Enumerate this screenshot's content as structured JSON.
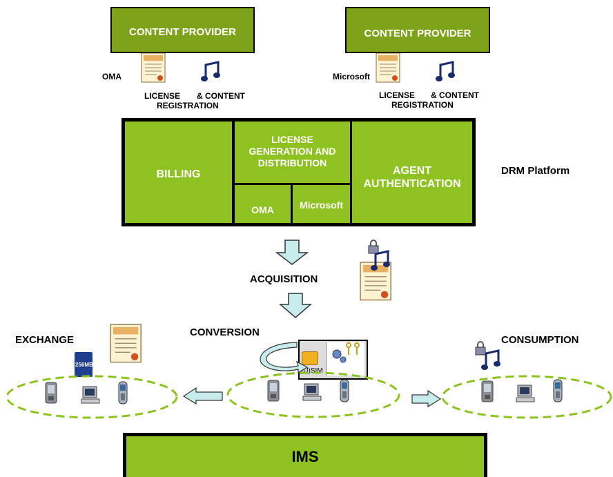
{
  "providers": [
    {
      "title": "CONTENT PROVIDER",
      "format": "OMA",
      "license_label": "LICENSE",
      "content_label": "& CONTENT",
      "registration_label": "REGISTRATION"
    },
    {
      "title": "CONTENT PROVIDER",
      "format": "Microsoft",
      "license_label": "LICENSE",
      "content_label": "& CONTENT",
      "registration_label": "REGISTRATION"
    }
  ],
  "platform": {
    "label": "DRM Platform",
    "billing": "BILLING",
    "license_generation": "LICENSE GENERATION AND DISTRIBUTION",
    "oma": "OMA",
    "microsoft": "Microsoft",
    "agent_authentication": "AGENT AUTHENTICATION"
  },
  "flow": {
    "acquisition": "ACQUISITION",
    "conversion": "CONVERSION",
    "exchange": "EXCHANGE",
    "consumption": "CONSUMPTION",
    "usim": "(U)SIM",
    "sd_card": "256MB"
  },
  "ims": "IMS",
  "colors": {
    "platform_green": "#8dc220",
    "provider_green": "#7ea31a",
    "arrow_fill": "#c8ecec"
  }
}
